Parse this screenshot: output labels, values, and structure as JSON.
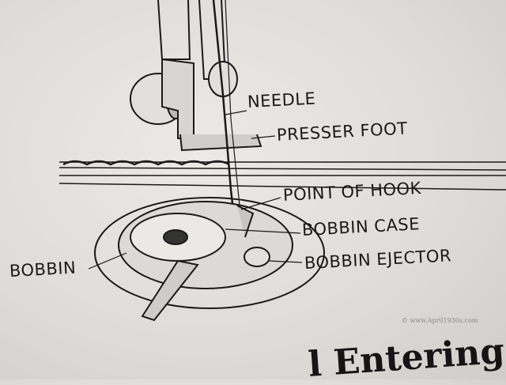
{
  "labels": {
    "needle": "NEEDLE",
    "presser_foot": "PRESSER FOOT",
    "point_of_hook": "POINT OF HOOK",
    "bobbin_case": "BOBBIN CASE",
    "bobbin_ejector": "BOBBIN EJECTOR",
    "bobbin": "BOBBIN"
  },
  "heading_fragment": "l Entering",
  "watermark": "© www.April1930s.com"
}
